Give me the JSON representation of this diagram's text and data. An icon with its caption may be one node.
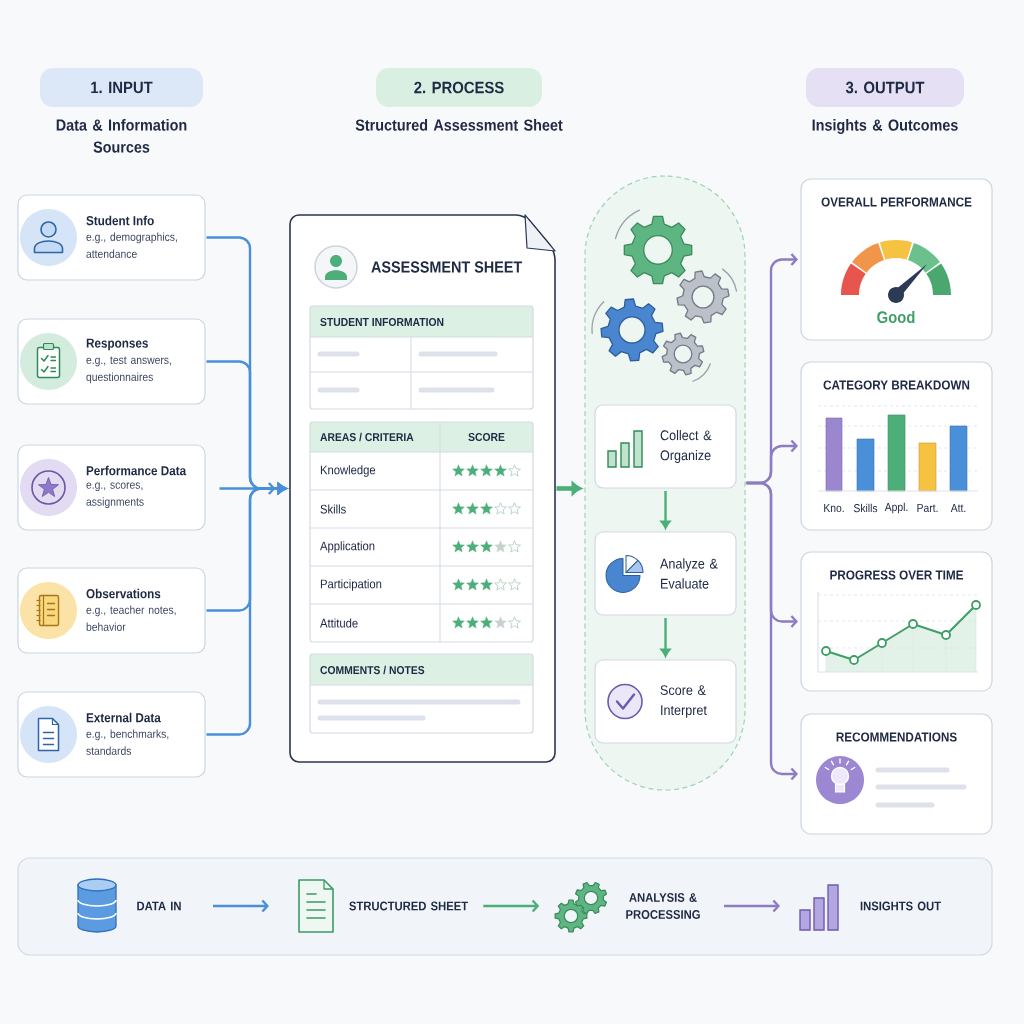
{
  "diagram": {
    "nodes": [
      {
        "text": [
          "1. INPUT"
        ],
        "beside": [
          "Data & Information Sources"
        ]
      },
      {
        "text": [
          "2. PROCESS"
        ],
        "beside": [
          "Structured Assessment Sheet"
        ]
      },
      {
        "text": [
          "3. OUTPUT"
        ],
        "beside": [
          "Insights & Outcomes"
        ]
      },
      {
        "text": [
          "Student Info",
          "e.g., demographics, attendance"
        ]
      },
      {
        "text": [
          "Responses",
          "e.g., test answers, questionnaires"
        ]
      },
      {
        "text": [
          "Performance Data",
          "e.g., scores, assignments"
        ]
      },
      {
        "text": [
          "Observations",
          "e.g., teacher notes, behavior"
        ]
      },
      {
        "text": [
          "External Data",
          "e.g., benchmarks, standards"
        ]
      },
      {
        "text": [
          "ASSESSMENT SHEET"
        ]
      },
      {
        "text": [
          "STUDENT INFORMATION"
        ],
        "in": 8
      },
      {
        "text": [
          "AREAS / CRITERIA",
          "SCORE",
          "Knowledge",
          "Skills",
          "Application",
          "Participation",
          "Attitude"
        ],
        "in": 8
      },
      {
        "text": [
          "COMMENTS / NOTES"
        ],
        "in": 8
      },
      {
        "text": [],
        "shape": "capsule"
      },
      {
        "text": [
          "Collect & Organize"
        ],
        "in": 12
      },
      {
        "text": [
          "Analyze & Evaluate"
        ],
        "in": 12
      },
      {
        "text": [
          "Score & Interpret"
        ],
        "in": 12
      },
      {
        "text": [
          "OVERALL PERFORMANCE",
          "Good"
        ]
      },
      {
        "text": [
          "CATEGORY BREAKDOWN",
          "Kno.",
          "Skills",
          "Appl.",
          "Part.",
          "Att."
        ]
      },
      {
        "text": [
          "PROGRESS OVER TIME"
        ]
      },
      {
        "text": [
          "RECOMMENDATIONS"
        ]
      },
      {
        "text": [],
        "shape": "box"
      },
      {
        "text": [
          "DATA IN"
        ],
        "in": 20
      },
      {
        "text": [
          "STRUCTURED SHEET"
        ],
        "in": 20
      },
      {
        "text": [
          "ANALYSIS & PROCESSING"
        ],
        "in": 20
      },
      {
        "text": [
          "INSIGHTS OUT"
        ],
        "in": 20
      }
    ],
    "edges": [
      {
        "from": 3,
        "to": 8,
        "arrow": "to"
      },
      {
        "from": 4,
        "to": 8,
        "arrow": "to"
      },
      {
        "from": 5,
        "to": 8,
        "arrow": "to"
      },
      {
        "from": 6,
        "to": 8,
        "arrow": "to"
      },
      {
        "from": 7,
        "to": 8,
        "arrow": "to"
      },
      {
        "from": 8,
        "to": 12,
        "arrow": "to",
        "style": "thick",
        "color": "#4caf7a"
      },
      {
        "from": 13,
        "to": 14,
        "arrow": "to",
        "color": "#4caf7a"
      },
      {
        "from": 14,
        "to": 15,
        "arrow": "to",
        "color": "#4caf7a"
      },
      {
        "from": 12,
        "to": 16,
        "arrow": "to",
        "color": "#8e7cc3"
      },
      {
        "from": 12,
        "to": 17,
        "arrow": "to",
        "color": "#8e7cc3"
      },
      {
        "from": 12,
        "to": 18,
        "arrow": "to",
        "color": "#8e7cc3"
      },
      {
        "from": 12,
        "to": 19,
        "arrow": "to",
        "color": "#8e7cc3"
      },
      {
        "from": 21,
        "to": 22,
        "arrow": "to"
      },
      {
        "from": 22,
        "to": 23,
        "arrow": "to",
        "color": "#4caf7a"
      },
      {
        "from": 23,
        "to": 24,
        "arrow": "to",
        "color": "#8e7cc3"
      }
    ]
  }
}
